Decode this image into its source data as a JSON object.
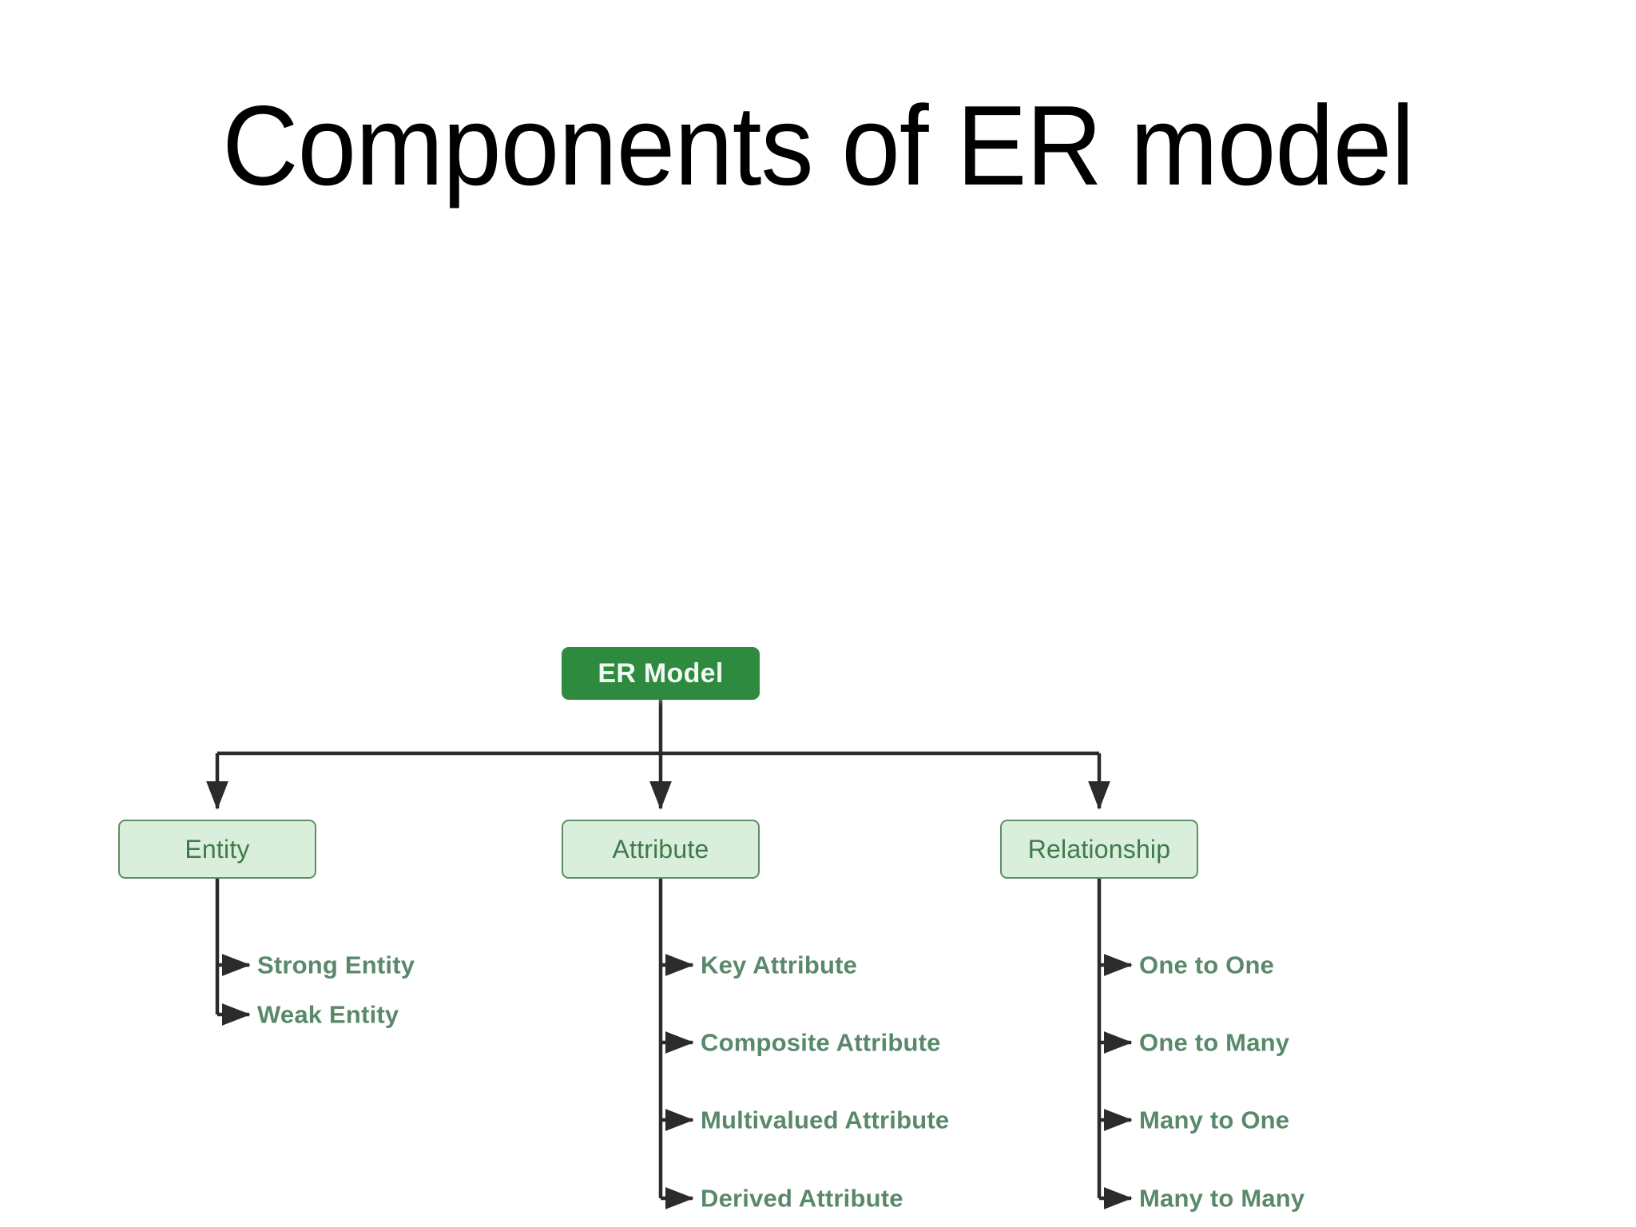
{
  "slide": {
    "title": "Components of ER model",
    "background_color": "#ffffff"
  },
  "colors": {
    "root_fill": "#2d8a3e",
    "root_text": "#f2fbf3",
    "branch_fill": "#d9eedb",
    "branch_border": "#5d8f63",
    "branch_text": "#3f7a4c",
    "leaf_text": "#59896a",
    "connector": "#2b2b2b",
    "title_text": "#000000"
  },
  "diagram": {
    "type": "tree",
    "root": {
      "label": "ER Model"
    },
    "branches": [
      {
        "label": "Entity",
        "leaves": [
          {
            "label": "Strong Entity"
          },
          {
            "label": "Weak Entity"
          }
        ]
      },
      {
        "label": "Attribute",
        "leaves": [
          {
            "label": "Key Attribute"
          },
          {
            "label": "Composite Attribute"
          },
          {
            "label": "Multivalued Attribute"
          },
          {
            "label": "Derived Attribute"
          }
        ]
      },
      {
        "label": "Relationship",
        "leaves": [
          {
            "label": "One to One"
          },
          {
            "label": "One to Many"
          },
          {
            "label": "Many to One"
          },
          {
            "label": "Many to Many"
          }
        ]
      }
    ]
  }
}
